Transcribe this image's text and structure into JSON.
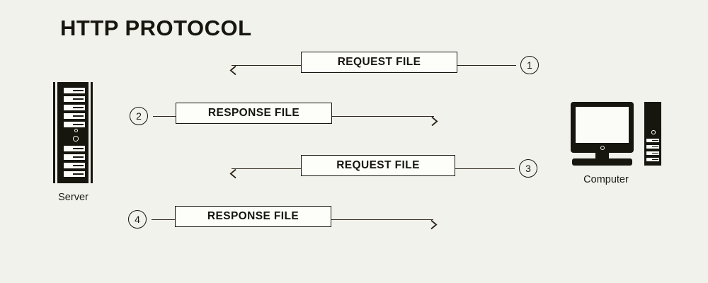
{
  "diagram": {
    "title": "HTTP PROTOCOL",
    "background_color": "#f2f2ec",
    "ink_color": "#16160f",
    "endpoints": {
      "left": {
        "caption": "Server",
        "icon": "server-icon"
      },
      "right": {
        "caption": "Computer",
        "icon": "computer-icon"
      }
    },
    "messages": [
      {
        "step": "1",
        "label": "REQUEST FILE",
        "direction": "right-to-left",
        "from": "Computer",
        "to": "Server"
      },
      {
        "step": "2",
        "label": "RESPONSE FILE",
        "direction": "left-to-right",
        "from": "Server",
        "to": "Computer"
      },
      {
        "step": "3",
        "label": "REQUEST FILE",
        "direction": "right-to-left",
        "from": "Computer",
        "to": "Server"
      },
      {
        "step": "4",
        "label": "RESPONSE FILE",
        "direction": "left-to-right",
        "from": "Server",
        "to": "Computer"
      }
    ]
  }
}
